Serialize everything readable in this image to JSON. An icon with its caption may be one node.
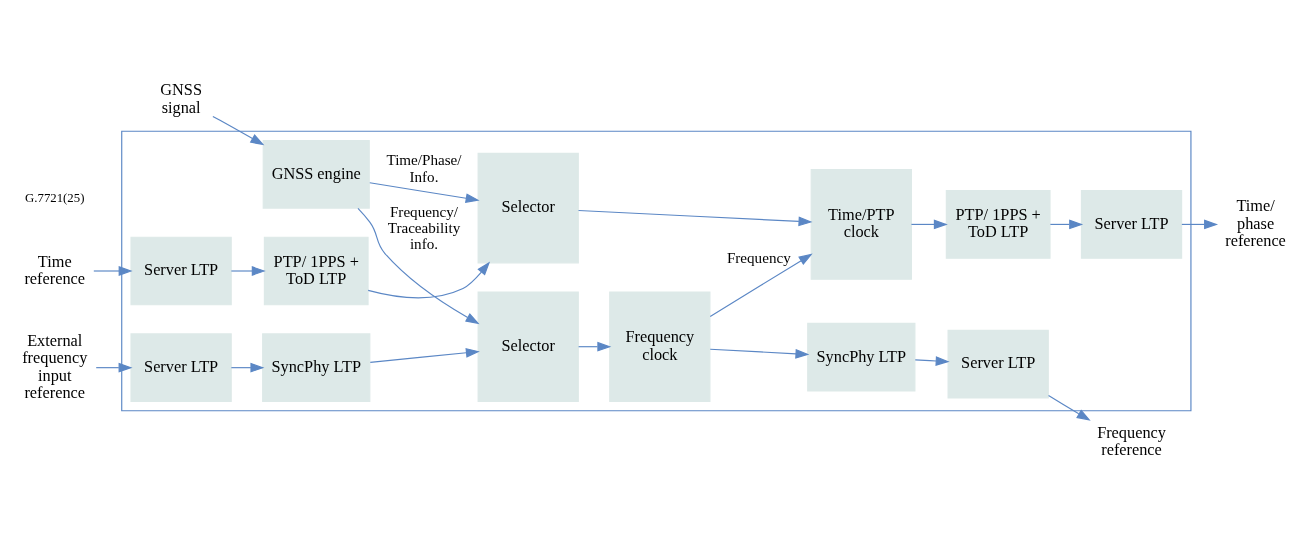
{
  "diagram": {
    "nodes": [
      {
        "text": [],
        "shape": "box"
      },
      {
        "text": [
          "Time reference"
        ]
      },
      {
        "text": [
          "Server LTP"
        ],
        "in": 0
      },
      {
        "text": [
          "PTP/ 1PPS + ToD LTP"
        ],
        "in": 0
      },
      {
        "text": [
          "Selector"
        ],
        "in": 0
      },
      {
        "text": [
          "Time/PTP clock"
        ],
        "in": 0
      },
      {
        "text": [
          "PTP/ 1PPS + ToD LTP"
        ],
        "in": 0
      },
      {
        "text": [
          "Server LTP"
        ],
        "in": 0
      },
      {
        "text": [
          "Time/ phase reference"
        ]
      },
      {
        "text": [
          "GNSS signal"
        ]
      },
      {
        "text": [
          "GNSS engine"
        ],
        "in": 0
      },
      {
        "text": [
          "External frequency input reference"
        ]
      },
      {
        "text": [
          "Selector"
        ],
        "in": 0
      },
      {
        "text": [
          "Frequency clock"
        ],
        "in": 0
      },
      {
        "text": [
          "SyncPhy LTP"
        ],
        "in": 0
      },
      {
        "text": [
          "Server LTP"
        ],
        "in": 0
      },
      {
        "text": [
          "Frequency reference"
        ]
      },
      {
        "text": [
          "Server LTP"
        ],
        "in": 0
      },
      {
        "text": [
          "SyncPhy LTP"
        ],
        "in": 0
      }
    ],
    "edges": [
      {
        "from": 1,
        "to": 2,
        "arrow": "to"
      },
      {
        "from": 2,
        "to": 3,
        "arrow": "to"
      },
      {
        "from": 3,
        "to": 4,
        "arrow": "to"
      },
      {
        "from": 9,
        "to": 10,
        "arrow": "to"
      },
      {
        "from": 10,
        "to": 4,
        "arrow": "to",
        "label": "Time/Phase/ Info."
      },
      {
        "from": 4,
        "to": 5,
        "arrow": "to"
      },
      {
        "from": 5,
        "to": 6,
        "arrow": "to"
      },
      {
        "from": 6,
        "to": 7,
        "arrow": "to"
      },
      {
        "from": 7,
        "to": 8,
        "arrow": "to"
      },
      {
        "from": 10,
        "to": 12,
        "arrow": "to",
        "label": "Frequency/ Traceability info."
      },
      {
        "from": 11,
        "to": 17,
        "arrow": "to"
      },
      {
        "from": 17,
        "to": 18,
        "arrow": "to"
      },
      {
        "from": 18,
        "to": 12,
        "arrow": "to"
      },
      {
        "from": 12,
        "to": 13,
        "arrow": "to"
      },
      {
        "from": 13,
        "to": 5,
        "arrow": "to",
        "label": "Frequency"
      },
      {
        "from": 13,
        "to": 14,
        "arrow": "to"
      },
      {
        "from": 14,
        "to": 15,
        "arrow": "to"
      },
      {
        "from": 15,
        "to": 16,
        "arrow": "to"
      }
    ],
    "labels": [
      "G.7721(25)"
    ]
  }
}
